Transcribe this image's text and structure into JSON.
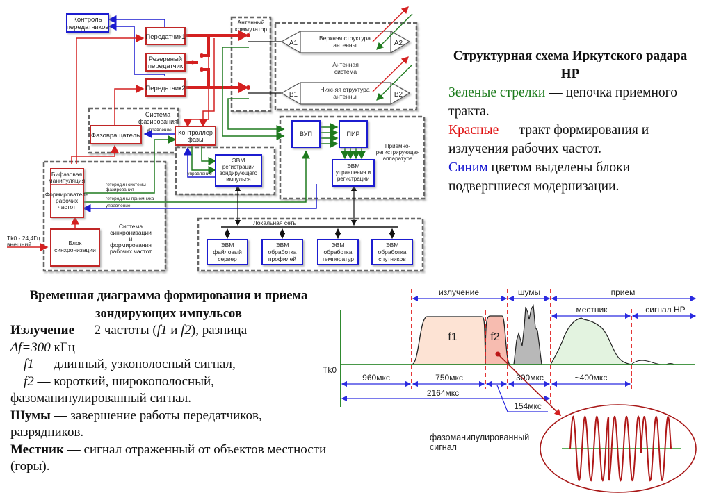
{
  "diagram": {
    "blocks": {
      "tx_control": [
        "Контроль",
        "передатчиков"
      ],
      "tx1": "Передатчик1",
      "tx_reserve": [
        "Резервный",
        "передатчик"
      ],
      "tx2": "Передатчик2",
      "ant_switch": [
        "Антенный",
        "коммутатор"
      ],
      "upper_structure": [
        "Верхняя структура",
        "антенны"
      ],
      "lower_structure": [
        "Нижняя структура",
        "антенны"
      ],
      "antenna_system": [
        "Антенная",
        "система"
      ],
      "ports": {
        "a1": "A1",
        "a2": "A2",
        "b1": "B1",
        "b2": "B2"
      },
      "phasing_system": [
        "Система",
        "фазирования"
      ],
      "phase_shifter": "Фазовращатель",
      "phase_controller": [
        "Контроллер",
        "фазы"
      ],
      "control_label": "управление",
      "evm_probe": [
        "ЭВМ",
        "регистрации",
        "зондирующего",
        "импульса"
      ],
      "vup": "ВУП",
      "pir": "ПИР",
      "receiver_system": [
        "Приемно-",
        "регистрирующая",
        "аппаратура"
      ],
      "evm_control": [
        "ЭВМ",
        "управления и",
        "регистрации"
      ],
      "biphase": [
        "Бифазовая",
        "манипуляция"
      ],
      "freq_former": [
        "Формирователь",
        "рабочих",
        "частот"
      ],
      "sync_block": [
        "Блок",
        "синхронизации"
      ],
      "sync_system": [
        "Система",
        "синхронизации",
        "и",
        "формирования",
        "рабочих частот"
      ],
      "lo_phasing": [
        "гетеродин системы",
        "фазирования"
      ],
      "lo_receiver": "гетеродины приемника",
      "control_label2": "управление",
      "ext_input": [
        "Tk0 - 24,4Гц",
        "внешний"
      ],
      "lan": "Локальная сеть",
      "lan_nodes": [
        [
          "ЭВМ",
          "файловый",
          "сервер"
        ],
        [
          "ЭВМ",
          "обработка",
          "профилей"
        ],
        [
          "ЭВМ",
          "обработка",
          "температур"
        ],
        [
          "ЭВМ",
          "обработка",
          "спутников"
        ]
      ]
    },
    "colors": {
      "red": "#d42020",
      "green": "#1e7a1e",
      "blue": "#1a1ad0",
      "gray": "#666666"
    }
  },
  "legend": {
    "title": "Структурная схема Иркутского радара НР",
    "items": [
      {
        "colored": "Зеленые стрелки",
        "rest": " — цепочка приемного тракта.",
        "color": "#1a7a1a"
      },
      {
        "colored": "Красные",
        "rest": " — тракт формирования и излучения рабочих частот.",
        "color": "#e01010"
      },
      {
        "colored": "Синим",
        "rest": " цветом выделены блоки подвергшиеся модернизации.",
        "color": "#1515d0"
      }
    ]
  },
  "timing_text": {
    "title": "Временная диаграмма формирования и приема зондирующих импульсов",
    "emission_bold": "Излучение",
    "emission_text": " — 2 частоты (",
    "f1": "f1",
    "and": " и ",
    "f2": "f2",
    "emission_text2": "), разница",
    "delta": "Δf=300",
    "khz": " кГц",
    "f1_desc": " — длинный, узкополосный сигнал,",
    "f2_desc": " — короткий, широкополосный,",
    "f2_desc2": "фазоманипулированный сигнал.",
    "noise_bold": "Шумы",
    "noise_text": " — завершение работы передатчиков, разрядников.",
    "local_bold": "Местник",
    "local_text": " — сигнал отраженный от объектов местности (горы)."
  },
  "timing_chart": {
    "t0_label": "Tk0",
    "phases": {
      "emission": "излучение",
      "noise": "шумы",
      "reception": "прием",
      "local": "местник",
      "signal": "сигнал НР"
    },
    "pulses": {
      "f1": "f1",
      "f2": "f2"
    },
    "durations_us": {
      "delay": 960,
      "f1": 750,
      "f2": 154,
      "noise": 300,
      "local_approx": 400,
      "total": 2164
    },
    "duration_labels": {
      "delay": "960мкс",
      "f1": "750мкс",
      "f2": "154мкс",
      "noise": "300мкс",
      "local": "~400мкс",
      "total": "2164мкс"
    },
    "psk_label": [
      "фазоманипулированный",
      "сигнал"
    ]
  }
}
